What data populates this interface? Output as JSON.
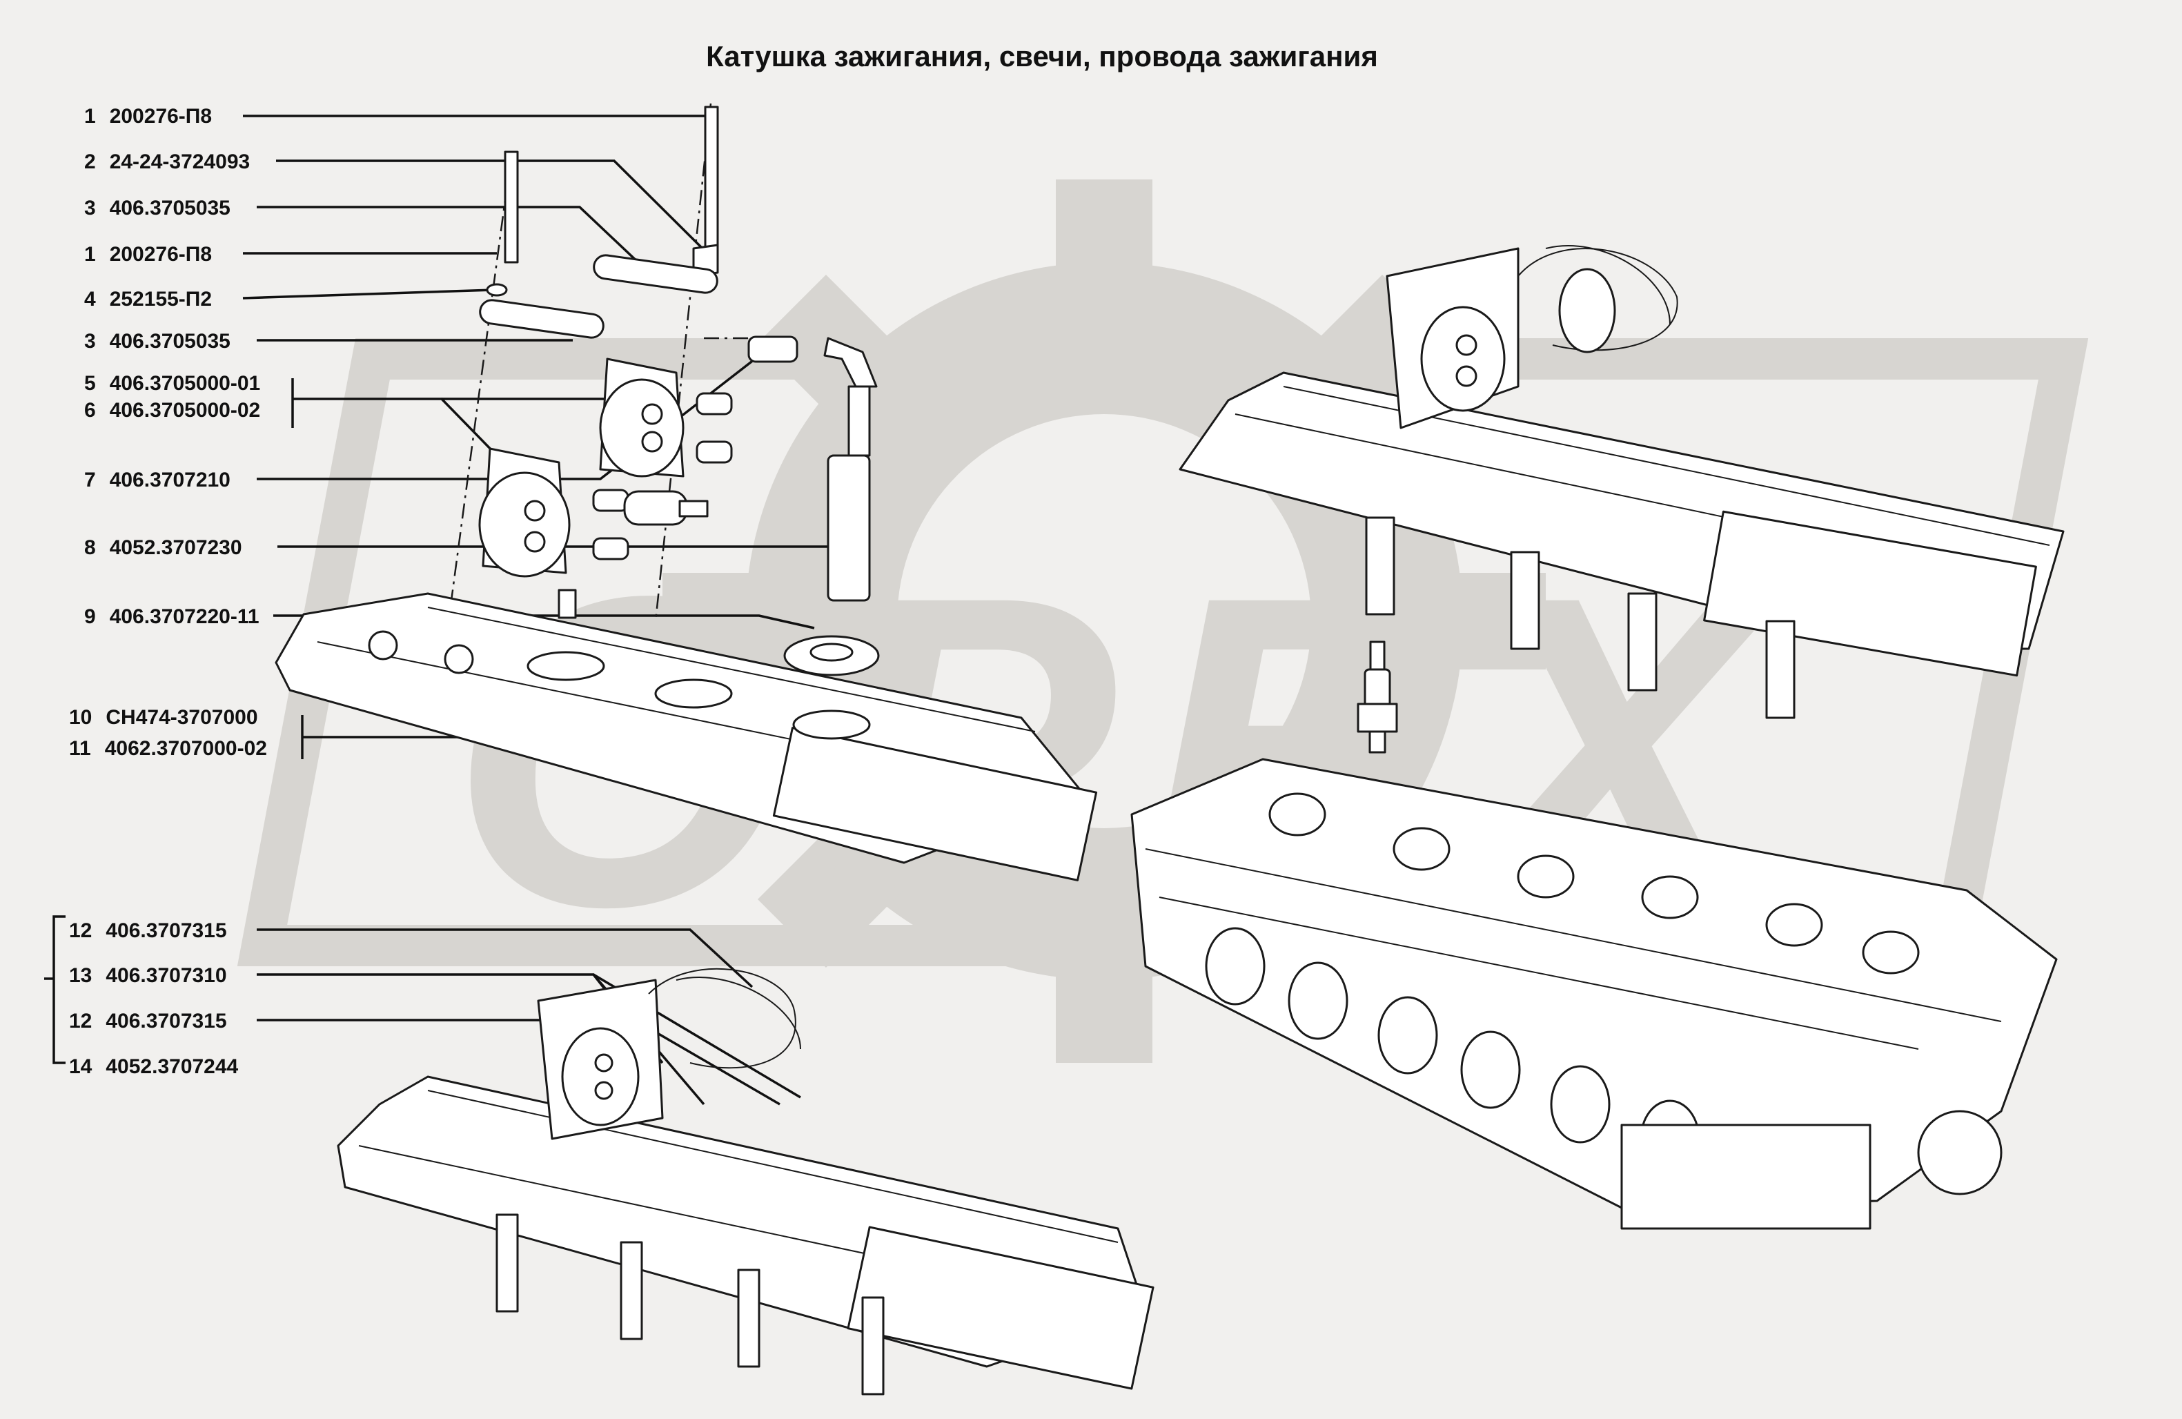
{
  "title": "Катушка зажигания, свечи, провода зажигания",
  "watermark": {
    "text": "ОРЕХ",
    "color": "#d7d5d1"
  },
  "callouts": [
    {
      "num": "1",
      "code": "200276-П8"
    },
    {
      "num": "2",
      "code": "24-24-3724093"
    },
    {
      "num": "3",
      "code": "406.3705035"
    },
    {
      "num": "1",
      "code": "200276-П8"
    },
    {
      "num": "4",
      "code": "252155-П2"
    },
    {
      "num": "3",
      "code": "406.3705035"
    },
    {
      "num": "5",
      "code": "406.3705000-01"
    },
    {
      "num": "6",
      "code": "406.3705000-02"
    },
    {
      "num": "7",
      "code": "406.3707210"
    },
    {
      "num": "8",
      "code": "4052.3707230"
    },
    {
      "num": "9",
      "code": "406.3707220-11"
    },
    {
      "num": "10",
      "code": "CH474-3707000"
    },
    {
      "num": "11",
      "code": "4062.3707000-02"
    },
    {
      "num": "12",
      "code": "406.3707315"
    },
    {
      "num": "13",
      "code": "406.3707310"
    },
    {
      "num": "12",
      "code": "406.3707315"
    },
    {
      "num": "14",
      "code": "4052.3707244"
    }
  ]
}
